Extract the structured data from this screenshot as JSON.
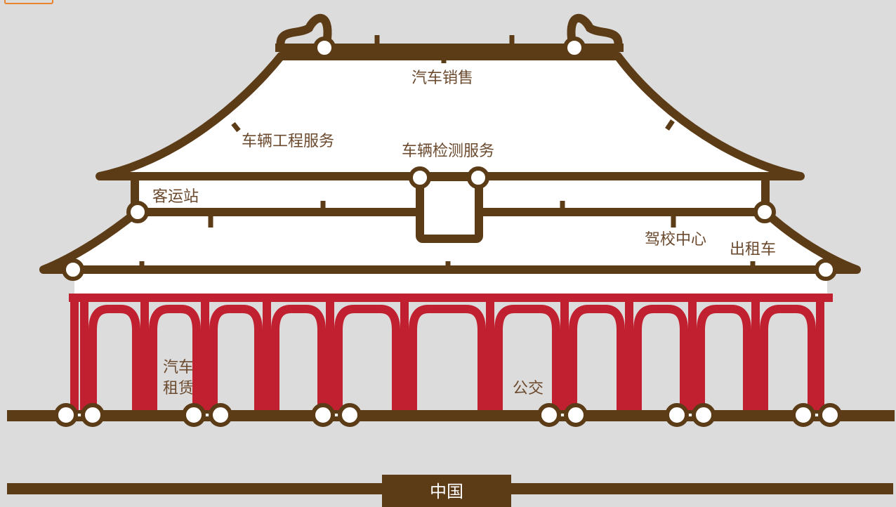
{
  "colors": {
    "background": "#dcdcdc",
    "roof_line": "#5c3b17",
    "roof_fill": "#ffffff",
    "pillar": "#c0202f",
    "label": "#6b4a2e",
    "accent": "#e8842e",
    "banner_text": "#ffffff"
  },
  "stations": {
    "auto_sales": "汽车销售",
    "vehicle_engineering": "车辆工程服务",
    "vehicle_inspection": "车辆检测服务",
    "passenger_station": "客运站",
    "driving_school": "驾校中心",
    "taxi": "出租车",
    "car_rental_line1": "汽车",
    "car_rental_line2": "租赁",
    "bus": "公交"
  },
  "banner": {
    "label": "中国"
  }
}
